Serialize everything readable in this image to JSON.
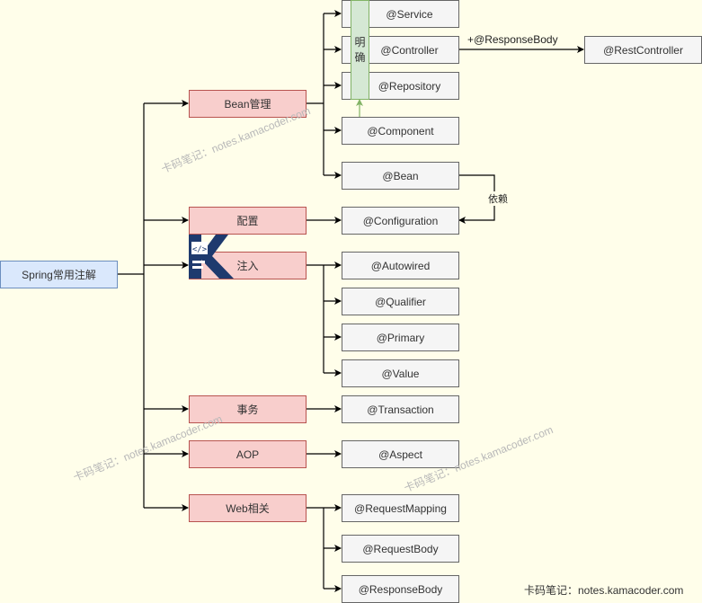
{
  "root": {
    "label": "Spring常用注解"
  },
  "categories": {
    "bean": "Bean管理",
    "config": "配置",
    "inject": "注入",
    "tx": "事务",
    "aop": "AOP",
    "web": "Web相关"
  },
  "leaves": {
    "service": "@Service",
    "controller": "@Controller",
    "repository": "@Repository",
    "component": "@Component",
    "bean": "@Bean",
    "configuration": "@Configuration",
    "autowired": "@Autowired",
    "qualifier": "@Qualifier",
    "primary": "@Primary",
    "value": "@Value",
    "transaction": "@Transaction",
    "aspect": "@Aspect",
    "requestMapping": "@RequestMapping",
    "requestBody": "@RequestBody",
    "responseBody": "@ResponseBody",
    "restController": "@RestController"
  },
  "specialize": {
    "line1": "明",
    "line2": "确"
  },
  "edgeLabels": {
    "responseBody": "+@ResponseBody",
    "depends": "依赖"
  },
  "watermark": "卡码笔记：notes.kamacoder.com",
  "footer": "卡码笔记：notes.kamacoder.com",
  "colors": {
    "background": "#fffeea",
    "rootFill": "#dae8fc",
    "categoryFill": "#f8cecc",
    "leafFill": "#f5f5f5",
    "specializeFill": "#d5e8d4",
    "logoBlue": "#1e3a6e"
  }
}
